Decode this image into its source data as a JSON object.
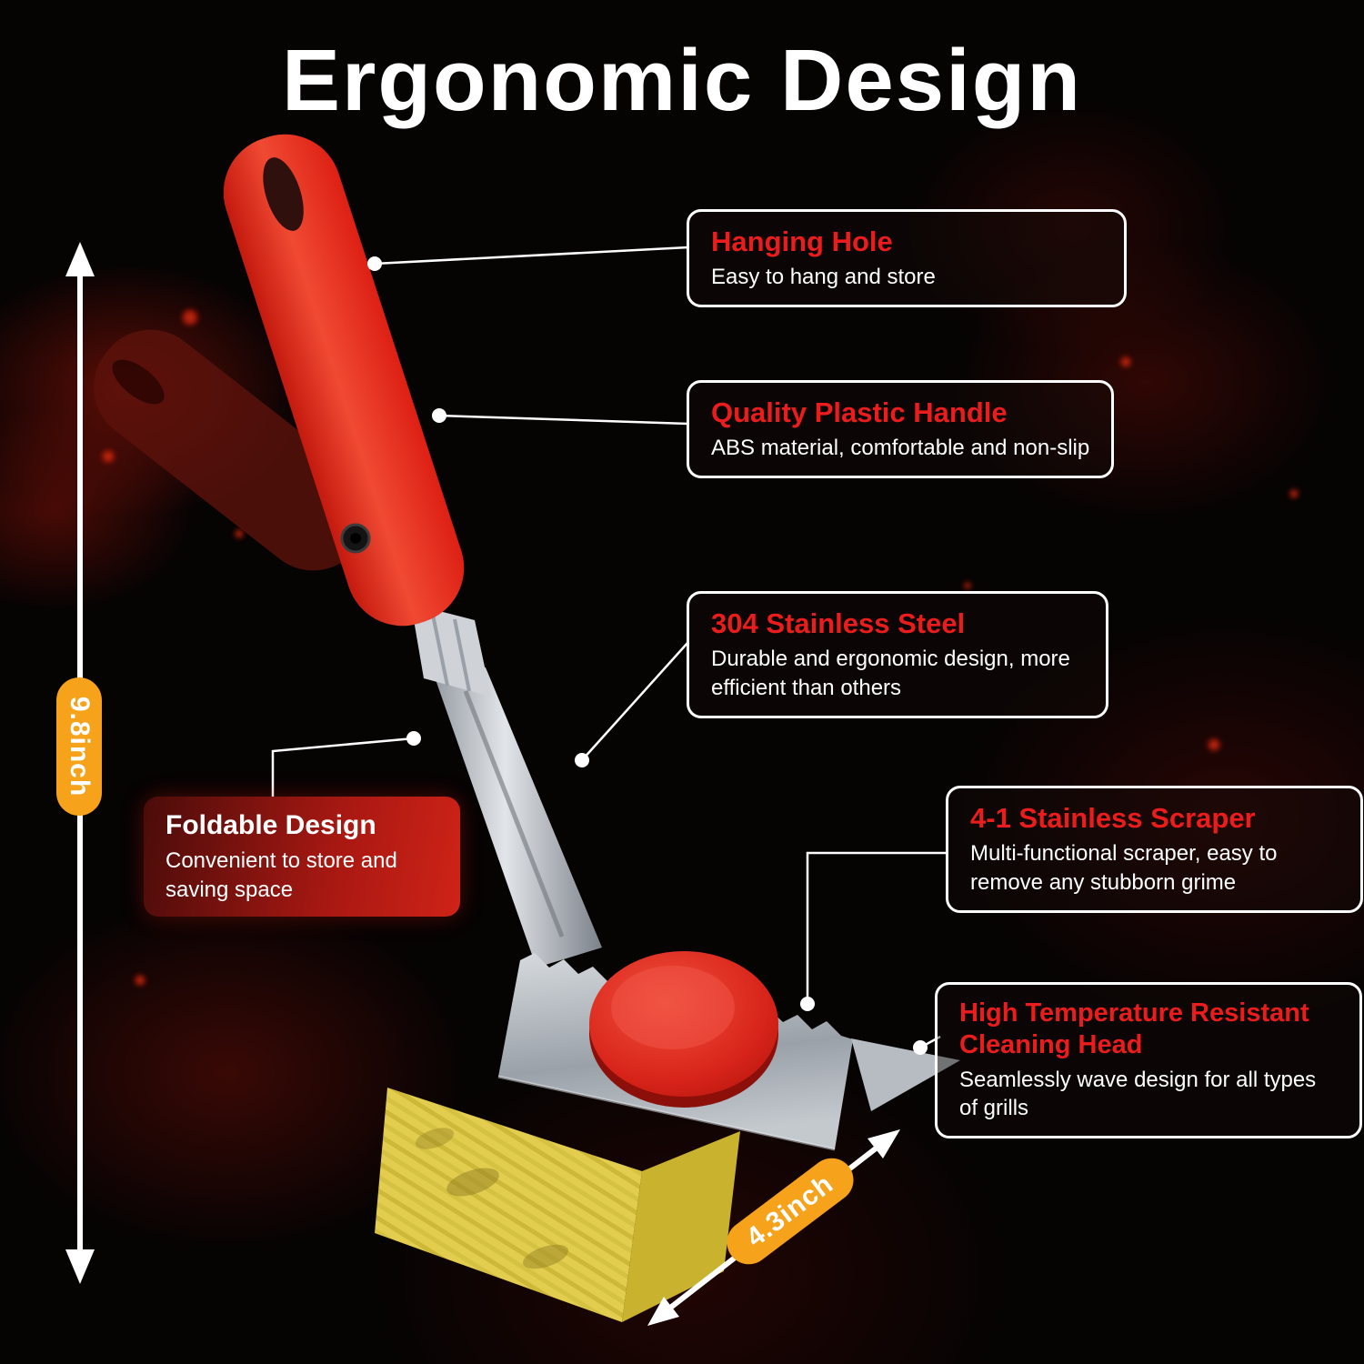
{
  "title": "Ergonomic Design",
  "callouts": {
    "hanging_hole": {
      "title": "Hanging Hole",
      "body": "Easy to hang and store"
    },
    "plastic_handle": {
      "title": "Quality Plastic Handle",
      "body": "ABS material, comfortable and non-slip"
    },
    "stainless_steel": {
      "title": "304 Stainless Steel",
      "body": "Durable and ergonomic design, more efficient than others"
    },
    "foldable_design": {
      "title": "Foldable Design",
      "body": "Convenient to store and saving space"
    },
    "stainless_scraper": {
      "title": "4-1 Stainless Scraper",
      "body": "Multi-functional scraper, easy to remove any stubborn grime"
    },
    "cleaning_head": {
      "title": "High Temperature Resistant Cleaning Head",
      "body": "Seamlessly wave design for all types of grills"
    }
  },
  "dimensions": {
    "height_label": "9.8inch",
    "width_label": "4.3inch"
  },
  "colors": {
    "accent_red": "#ea1c1c",
    "badge_orange": "#f6a21b",
    "handle_red": "#e8281c",
    "head_yellow": "#e2cd4e",
    "steel_gray": "#b9bec4",
    "background": "#060303",
    "text_white": "#ffffff"
  }
}
